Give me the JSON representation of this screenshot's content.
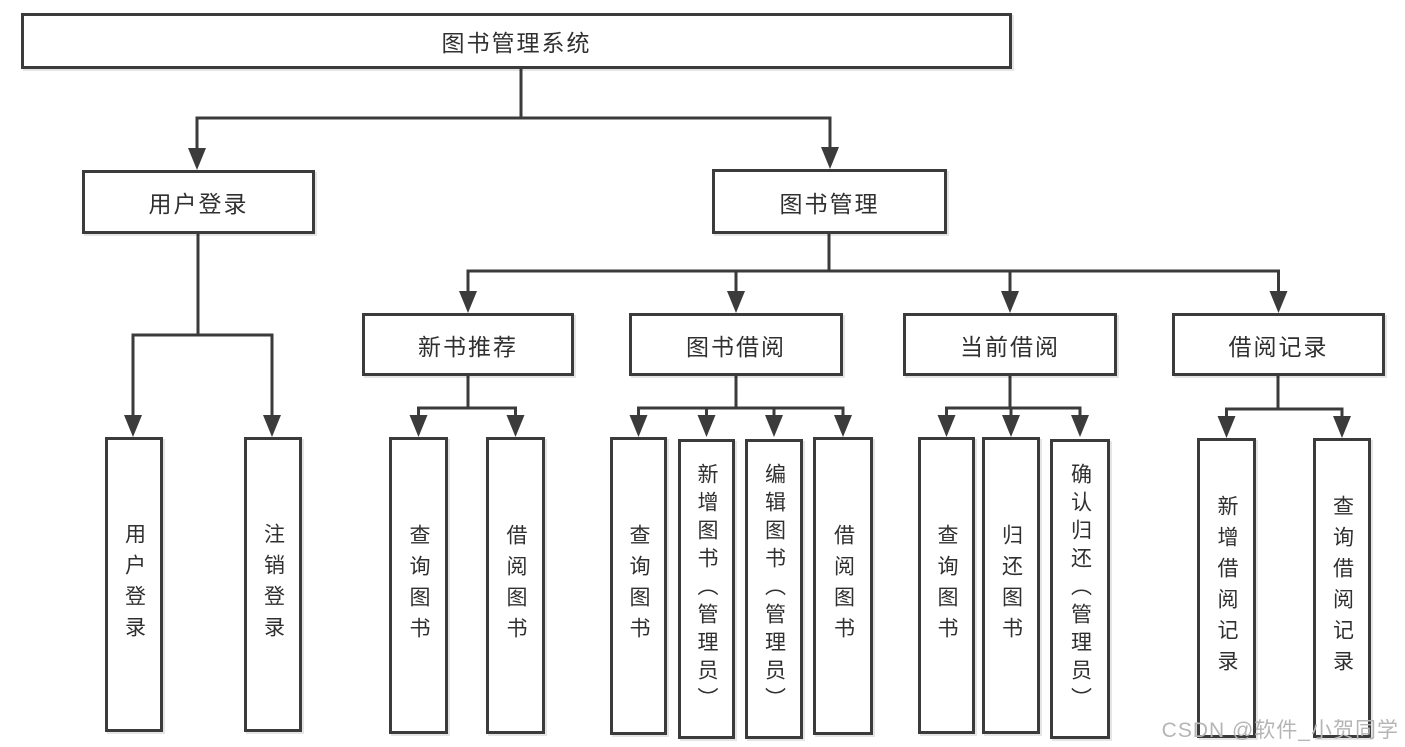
{
  "diagram": {
    "root": {
      "label": "图书管理系统"
    },
    "branches": [
      {
        "label": "用户登录",
        "children": [
          {
            "label": "用户登录"
          },
          {
            "label": "注销登录"
          }
        ]
      },
      {
        "label": "图书管理",
        "children": [
          {
            "label": "新书推荐",
            "children": [
              {
                "label": "查询图书"
              },
              {
                "label": "借阅图书"
              }
            ]
          },
          {
            "label": "图书借阅",
            "children": [
              {
                "label": "查询图书"
              },
              {
                "label": "新增图书（管理员）"
              },
              {
                "label": "编辑图书（管理员）"
              },
              {
                "label": "借阅图书"
              }
            ]
          },
          {
            "label": "当前借阅",
            "children": [
              {
                "label": "查询图书"
              },
              {
                "label": "归还图书"
              },
              {
                "label": "确认归还（管理员）"
              }
            ]
          },
          {
            "label": "借阅记录",
            "children": [
              {
                "label": "新增借阅记录"
              },
              {
                "label": "查询借阅记录"
              }
            ]
          }
        ]
      }
    ]
  },
  "watermark": {
    "text": "CSDN @软件_小贺同学"
  },
  "colors": {
    "line": "#3b3b3b",
    "box_border": "#3b3b3b",
    "text": "#303030",
    "watermark": "#b5b5b5",
    "background": "#ffffff"
  }
}
